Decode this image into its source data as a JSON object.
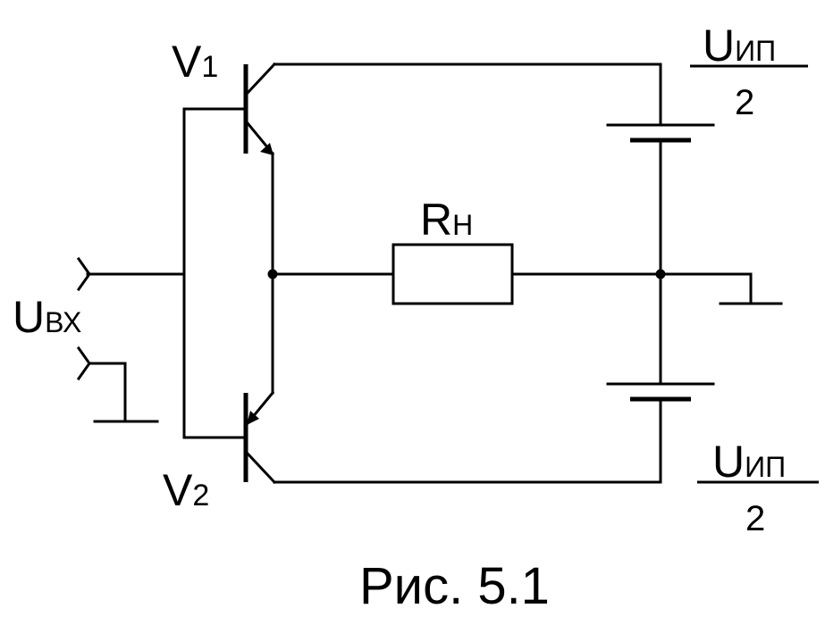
{
  "figure": {
    "caption": "Рис. 5.1"
  },
  "components": {
    "transistor_top": {
      "name": "V",
      "index": "1"
    },
    "transistor_bottom": {
      "name": "V",
      "index": "2"
    },
    "load_resistor": {
      "name": "R",
      "subscript": "Н"
    }
  },
  "labels": {
    "input": {
      "main": "U",
      "subscript": "ВХ"
    },
    "supply_top": {
      "main": "U",
      "subscript": "ИП",
      "denominator": "2"
    },
    "supply_bottom": {
      "main": "U",
      "subscript": "ИП",
      "denominator": "2"
    }
  }
}
